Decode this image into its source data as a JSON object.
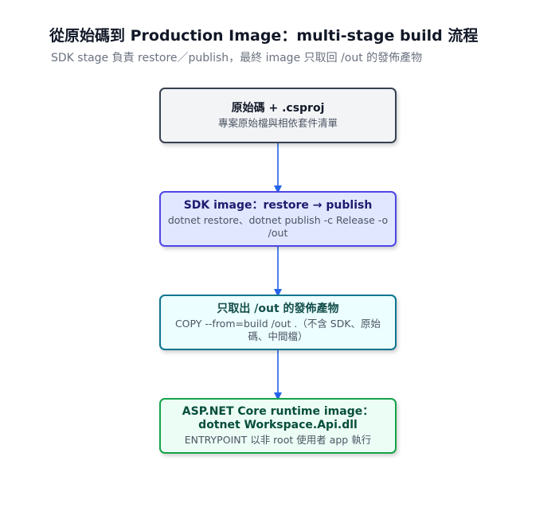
{
  "title": "從原始碼到 Production Image：multi-stage build 流程",
  "subtitle": "SDK stage 負責 restore／publish，最終 image 只取回 /out 的發佈產物",
  "nodes": [
    {
      "title": "原始碼 + .csproj",
      "subtitle": "專案原始檔與相依套件清單"
    },
    {
      "title": "SDK image：restore → publish",
      "subtitle": "dotnet restore、dotnet publish -c Release -o /out"
    },
    {
      "title": "只取出 /out 的發佈產物",
      "subtitle": "COPY --from=build /out .（不含 SDK、原始碼、中間檔）"
    },
    {
      "title": "ASP.NET Core runtime image：dotnet Workspace.Api.dll",
      "subtitle": "ENTRYPOINT 以非 root 使用者 app 執行"
    }
  ],
  "colors": {
    "arrow": "#2563eb",
    "source_fill": "#f3f4f6",
    "source_border": "#374151",
    "sdk_fill": "#e0e7ff",
    "sdk_border": "#4f46e5",
    "copy_fill": "#ecfeff",
    "copy_border": "#0e7490",
    "runtime_fill": "#ecfdf5",
    "runtime_border": "#16a34a"
  }
}
